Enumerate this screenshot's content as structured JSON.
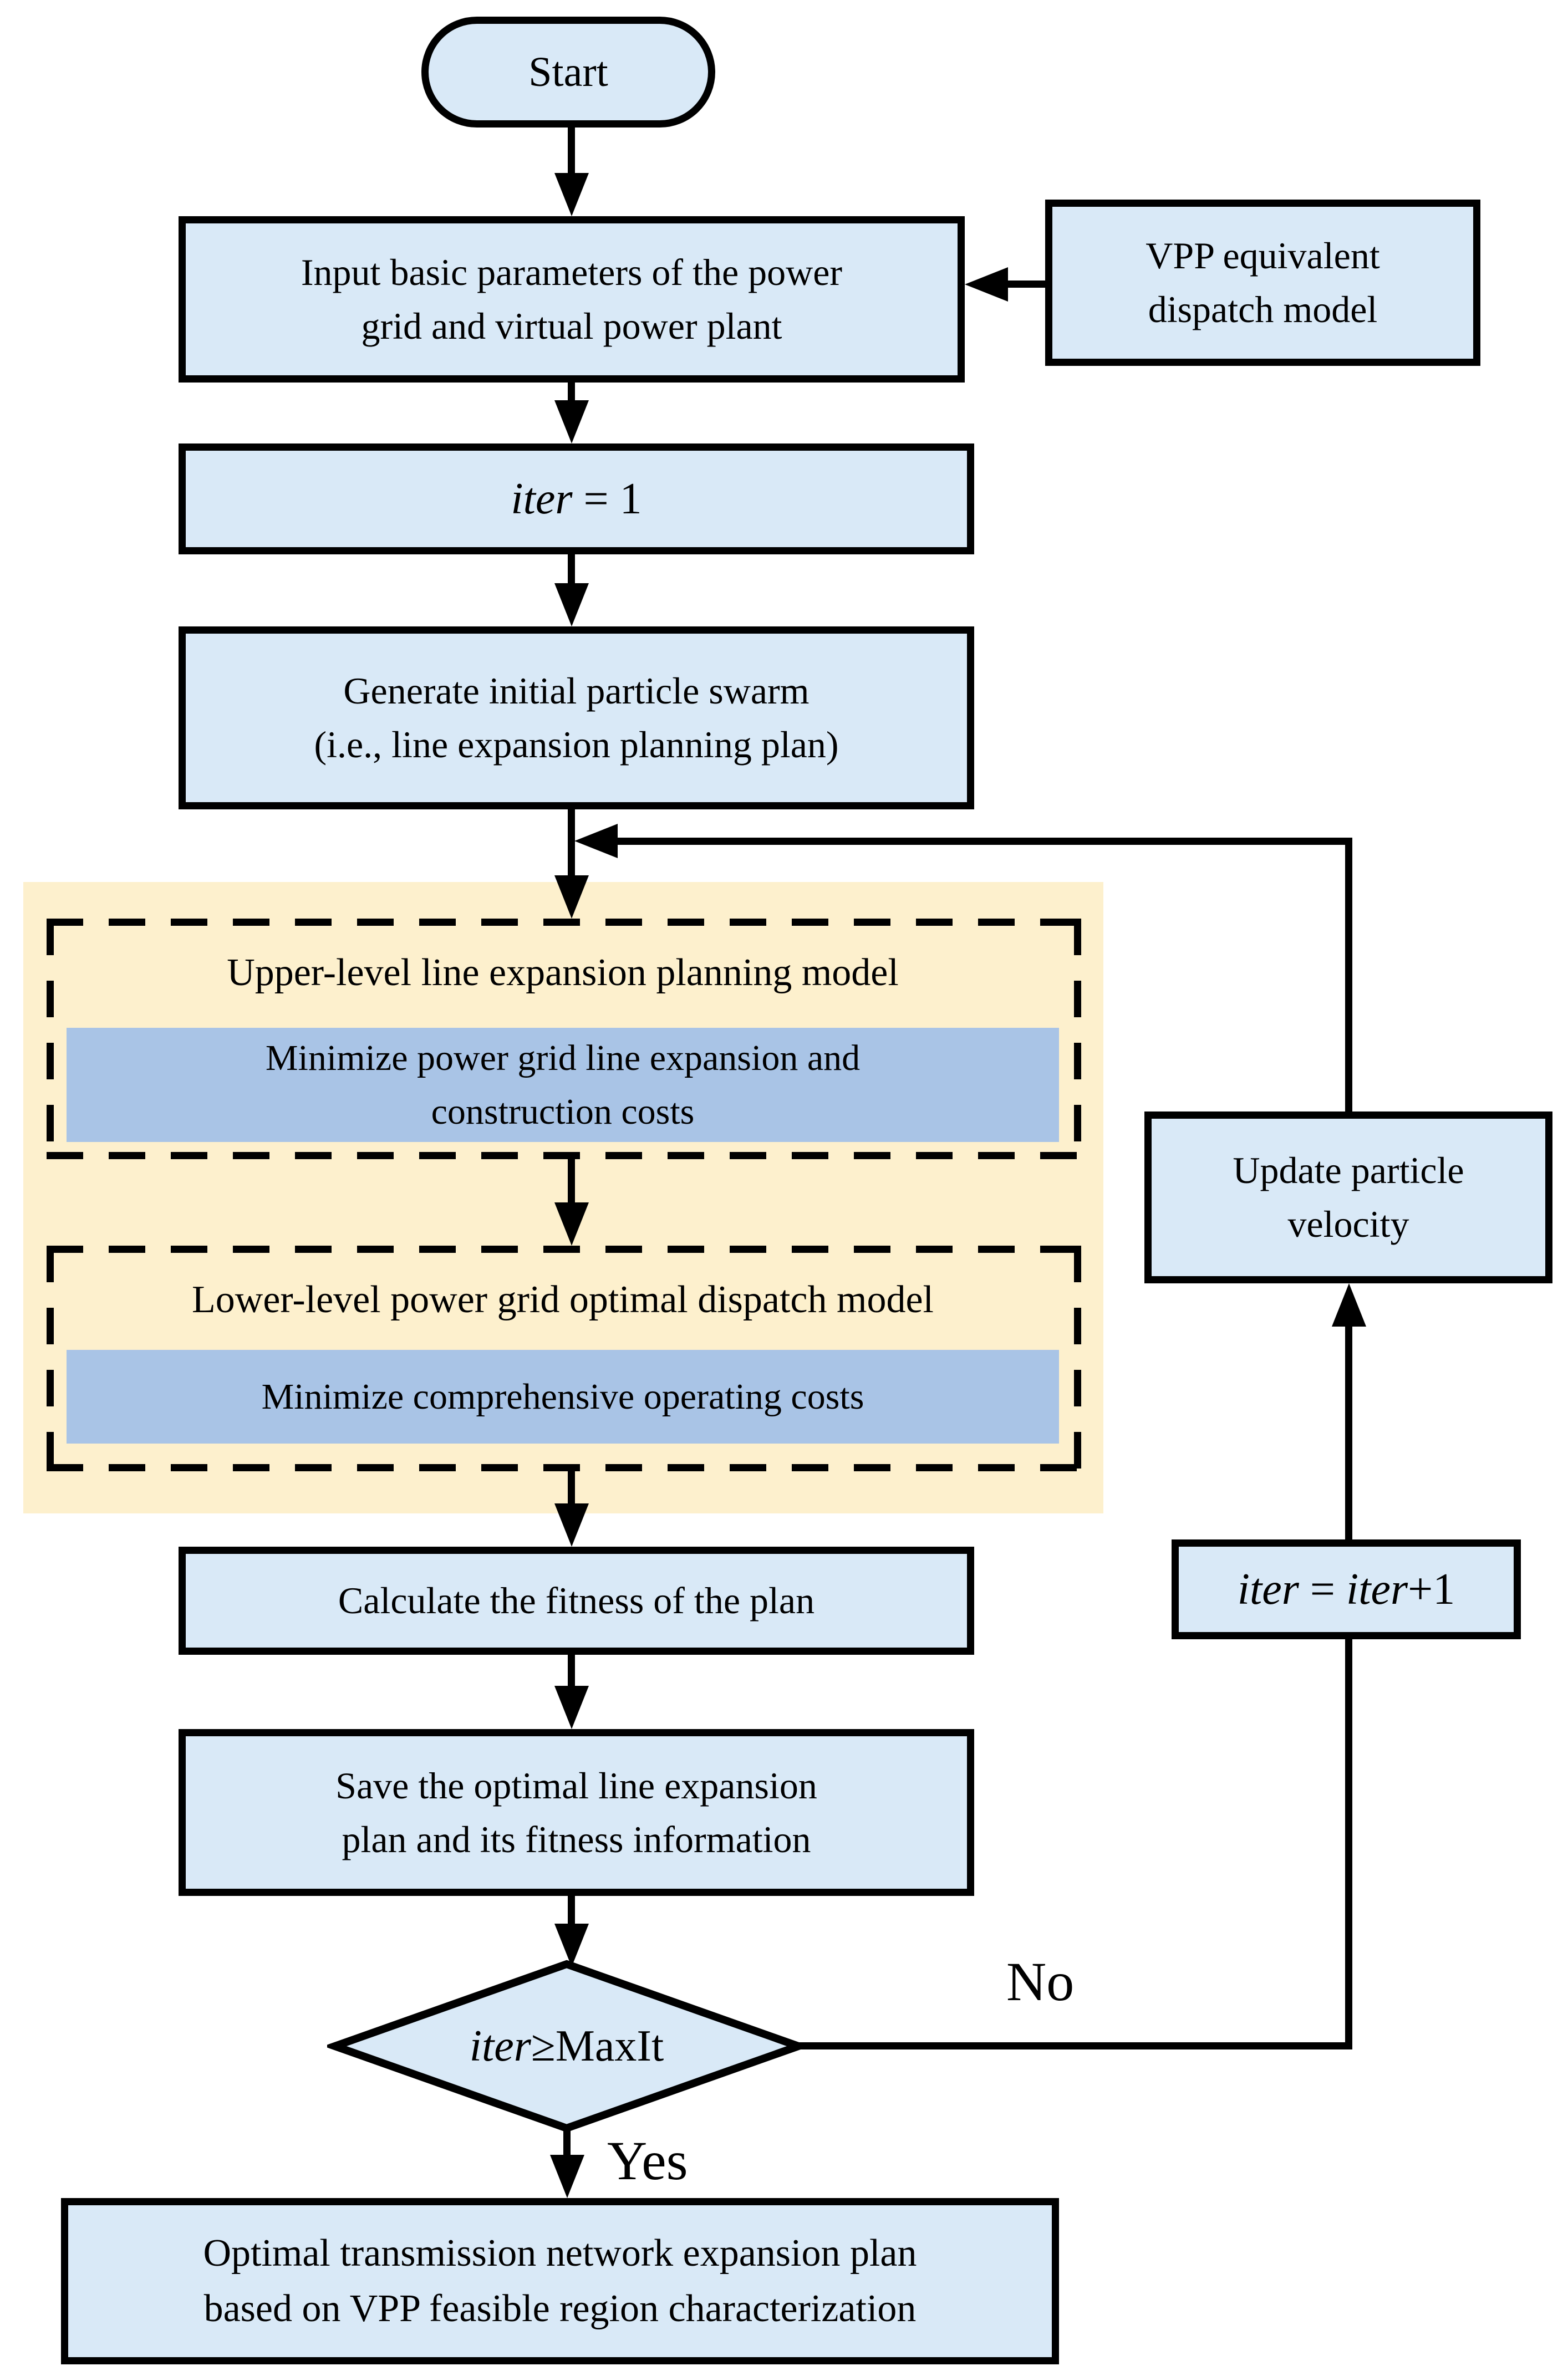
{
  "flowchart": {
    "start": {
      "label": "Start"
    },
    "input_box": {
      "line1": "Input basic parameters of the power",
      "line2": "grid and virtual power plant"
    },
    "vpp_box": {
      "line1": "VPP equivalent",
      "line2": "dispatch model"
    },
    "iter_init": {
      "italic": "iter",
      "rest": " = 1"
    },
    "generate_box": {
      "line1": "Generate initial particle swarm",
      "line2": "(i.e., line expansion planning plan)"
    },
    "upper_model": {
      "title": "Upper-level line expansion planning model",
      "objective_line1": "Minimize power grid line expansion and",
      "objective_line2": "construction costs"
    },
    "lower_model": {
      "title": "Lower-level power grid optimal dispatch model",
      "objective": "Minimize comprehensive operating costs"
    },
    "fitness_box": {
      "label": "Calculate the fitness of the plan"
    },
    "save_box": {
      "line1": "Save the optimal line expansion",
      "line2": "plan and its fitness information"
    },
    "decision": {
      "italic": "iter",
      "operator": "≥",
      "rest": "MaxIt"
    },
    "yes_label": "Yes",
    "no_label": "No",
    "iter_increment": {
      "italic1": "iter",
      "equals": " = ",
      "italic2": "iter",
      "rest": "+1"
    },
    "update_box": {
      "line1": "Update particle",
      "line2": "velocity"
    },
    "result_box": {
      "line1": "Optimal transmission network expansion plan",
      "line2": "based on VPP feasible region characterization"
    },
    "colors": {
      "node_fill": "#d9e9f7",
      "region_fill": "#fdf0cd",
      "objective_fill": "#a9c4e6",
      "line_color": "#000000"
    }
  }
}
